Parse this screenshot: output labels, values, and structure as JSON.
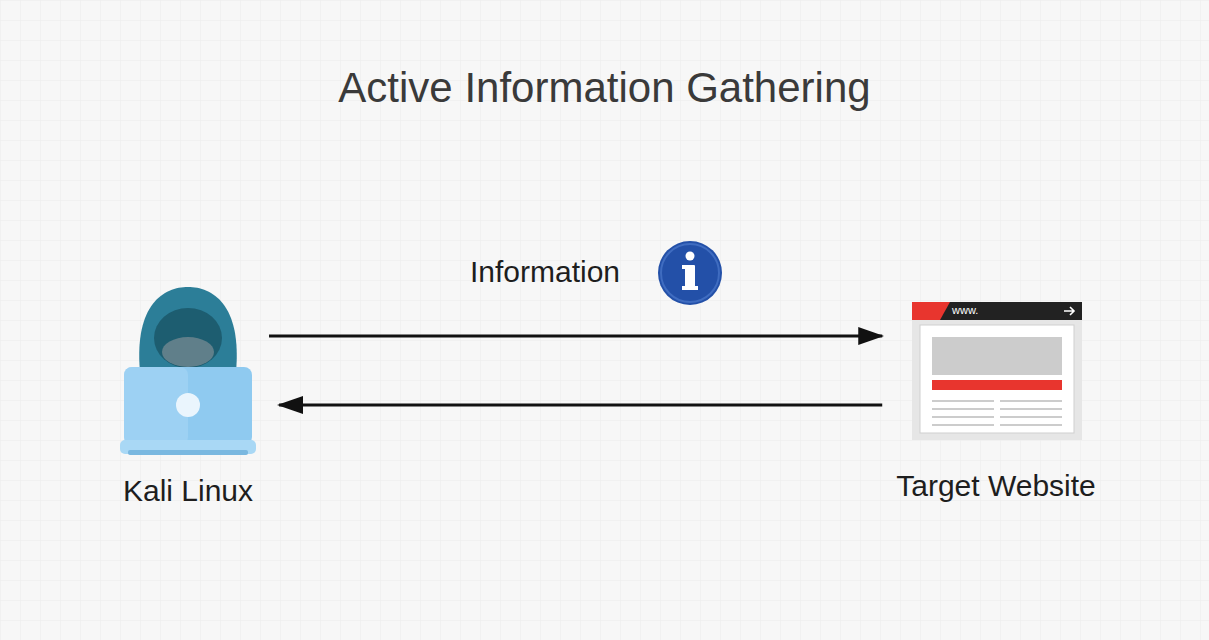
{
  "diagram": {
    "title": "Active Information Gathering",
    "nodes": [
      {
        "text": [
          "Kali Linux"
        ]
      },
      {
        "text": [
          "Target Website"
        ]
      }
    ],
    "edges": [
      {
        "from": 0,
        "to": 1,
        "arrow": "to",
        "label": "Information"
      },
      {
        "from": 1,
        "to": 0,
        "arrow": "to"
      }
    ],
    "labels": [
      "www."
    ]
  }
}
